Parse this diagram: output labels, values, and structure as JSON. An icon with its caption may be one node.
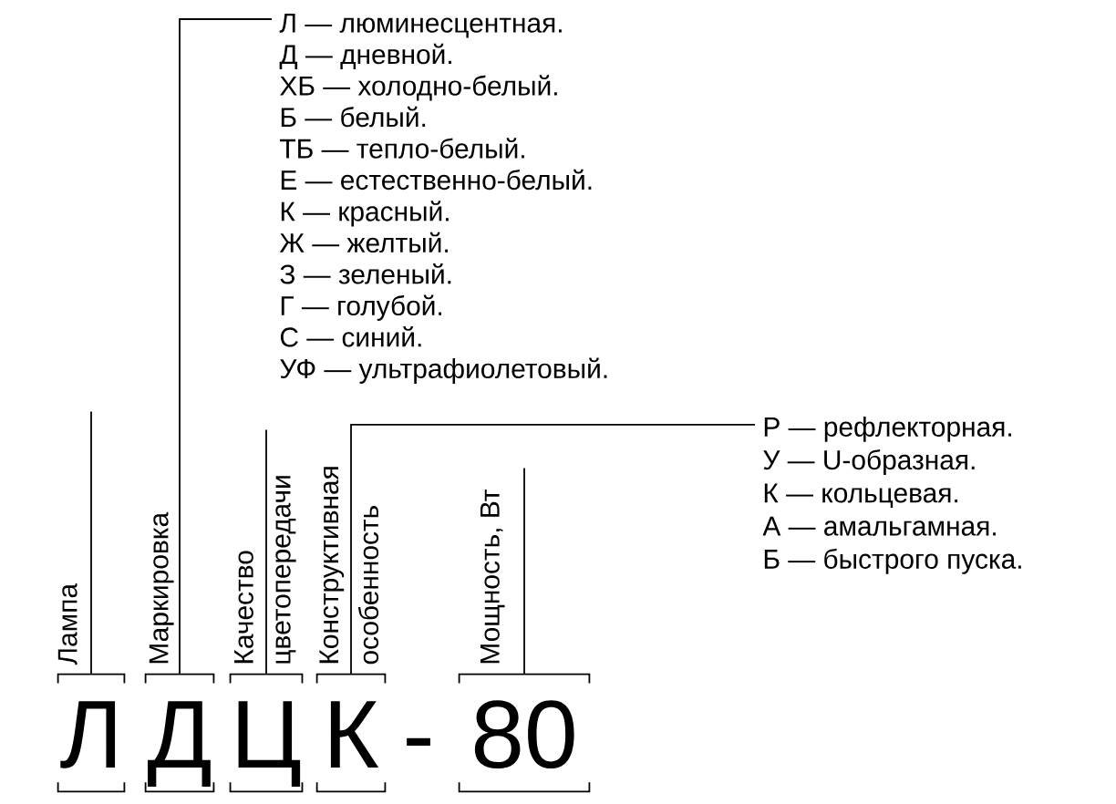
{
  "diagram": {
    "nodes": [
      {
        "text": [
          "Л — люминесцентная.",
          "Д — дневной.",
          "ХБ — холодно-белый.",
          "Б — белый.",
          "ТБ — тепло-белый.",
          "Е — естественно-белый.",
          "К — красный.",
          "Ж — желтый.",
          "З — зеленый.",
          "Г — голубой.",
          "С — синий.",
          "УФ — ультрафиолетовый."
        ]
      },
      {
        "text": [
          "Р — рефлекторная.",
          "У — U-образная.",
          "К — кольцевая.",
          "А — амальгамная.",
          "Б — быстрого пуска."
        ]
      },
      {
        "text": [
          "Л"
        ],
        "beside": [
          "Лампа"
        ]
      },
      {
        "text": [
          "Д"
        ],
        "beside": [
          "Маркировка"
        ]
      },
      {
        "text": [
          "Ц"
        ],
        "beside": [
          "Качество цветопередачи"
        ]
      },
      {
        "text": [
          "К"
        ],
        "beside": [
          "Конструктивная особенность"
        ]
      },
      {
        "text": [
          "80"
        ],
        "beside": [
          "Мощность, Вт"
        ]
      }
    ],
    "edges": [
      {
        "from": 2,
        "to": null,
        "arrow": "none"
      },
      {
        "from": 3,
        "to": 0,
        "arrow": "none"
      },
      {
        "from": 4,
        "to": null,
        "arrow": "none"
      },
      {
        "from": 5,
        "to": 1,
        "arrow": "none"
      },
      {
        "from": 6,
        "to": null,
        "arrow": "none"
      }
    ],
    "labels": [
      "-"
    ]
  }
}
